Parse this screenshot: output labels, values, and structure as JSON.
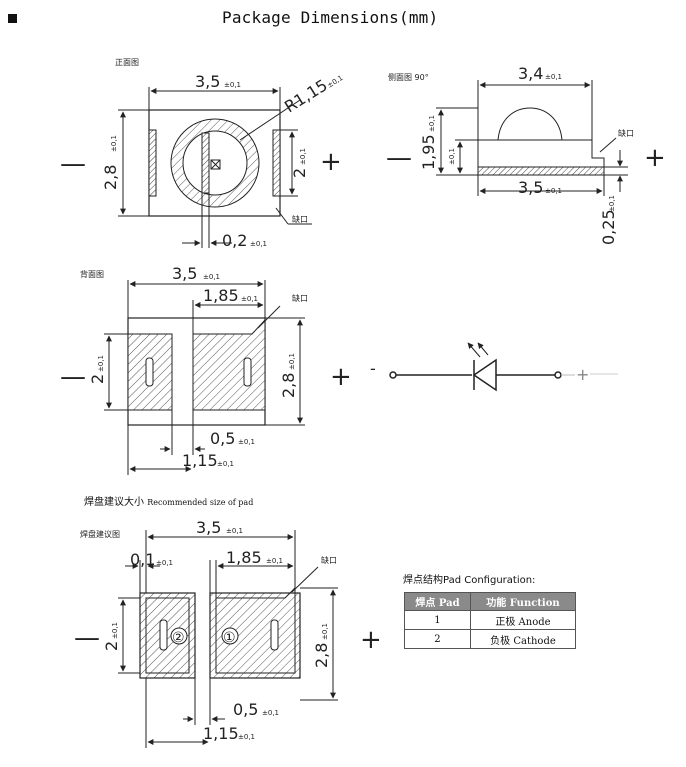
{
  "header": {
    "bullet": "■",
    "title": "Package Dimensions(mm)"
  },
  "views": {
    "front": {
      "caption": "正面图",
      "width": "3,5",
      "width_tol": "±0,1",
      "height": "2,8",
      "height_tol": "±0,1",
      "radius": "R1,15",
      "radius_tol": "±0,1",
      "inner_height": "2",
      "inner_height_tol": "±0,1",
      "gap": "0,2",
      "gap_tol": "±0,1",
      "notch": "缺口"
    },
    "side": {
      "caption": "侧面图 90°",
      "top_width": "3,4",
      "top_width_tol": "±0,1",
      "height": "1,95",
      "height_tol": "±0,1",
      "base_tol": "±0,1",
      "bottom_width": "3,5",
      "bottom_width_tol": "±0,1",
      "thickness": "0,25",
      "thickness_tol": "±0,1",
      "notch": "缺口"
    },
    "back": {
      "caption": "背面图",
      "width": "3,5",
      "width_tol": "±0,1",
      "pad_width": "1,85",
      "pad_width_tol": "±0,1",
      "notch": "缺口",
      "left_height": "2",
      "left_height_tol": "±0,1",
      "right_height": "2,8",
      "right_height_tol": "±0,1",
      "gap": "0,5",
      "gap_tol": "±0,1",
      "offset": "1,15",
      "offset_tol": "±0,1"
    },
    "pad": {
      "caption": "焊盘建议图",
      "width": "3,5",
      "width_tol": "±0,1",
      "margin": "0,1",
      "margin_tol": "±0,1",
      "pad_width": "1,85",
      "pad_width_tol": "±0,1",
      "notch": "缺口",
      "left_height": "2",
      "left_height_tol": "±0,1",
      "right_height": "2,8",
      "right_height_tol": "±0,1",
      "gap": "0,5",
      "gap_tol": "±0,1",
      "offset": "1,15",
      "offset_tol": "±0,1",
      "pad2": "②",
      "pad1": "①"
    }
  },
  "polarity": {
    "minus": "—",
    "plus": "+",
    "schematic_minus": "-",
    "schematic_plus": "+"
  },
  "recommend": {
    "label_cn": "焊盘建议大小",
    "label_en": "Recommended size of pad"
  },
  "pad_config": {
    "label": "焊点结构Pad Configuration:",
    "headers": [
      "焊点 Pad",
      "功能 Function"
    ],
    "rows": [
      {
        "pad": "1",
        "function": "正极 Anode"
      },
      {
        "pad": "2",
        "function": "负极 Cathode"
      }
    ]
  }
}
